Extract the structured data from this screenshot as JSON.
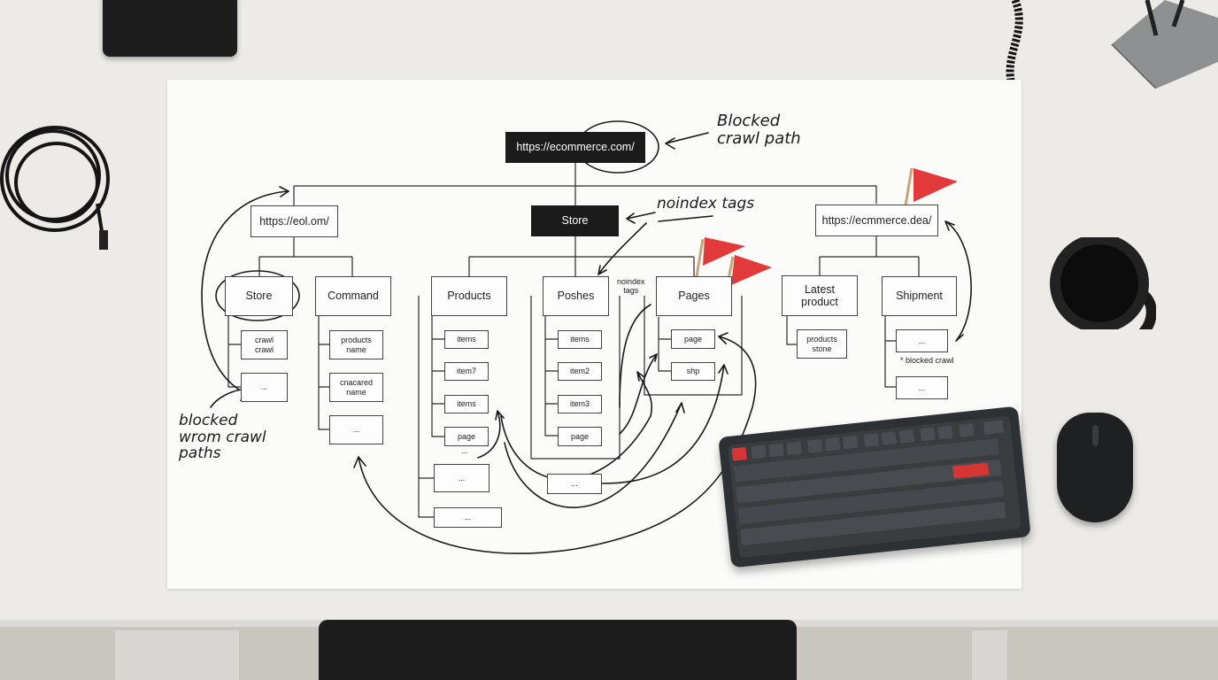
{
  "root": {
    "label": "https://ecommerce.com/"
  },
  "level1": [
    {
      "label": "https://eol.om/"
    },
    {
      "label": "Store"
    },
    {
      "label": "https://ecmmerce.dea/"
    }
  ],
  "level2": [
    {
      "label": "Store"
    },
    {
      "label": "Command"
    },
    {
      "label": "Products"
    },
    {
      "label": "Poshes"
    },
    {
      "label": "Pages"
    },
    {
      "label": "Latest\nproduct"
    },
    {
      "label": "Shipment"
    }
  ],
  "leaves": {
    "store": [
      "crawl\ncrawl",
      "..."
    ],
    "command": [
      "products\nname",
      "cnacared\nname",
      "..."
    ],
    "products": [
      "items",
      "item7",
      "items",
      "page",
      "...",
      "...",
      "..."
    ],
    "poshes": [
      "items",
      "item2",
      "item3",
      "page",
      "..."
    ],
    "pages": [
      "page",
      "shp"
    ],
    "latest": [
      "products\nstone"
    ],
    "shipment": [
      "...",
      "..."
    ]
  },
  "annotations": {
    "blocked_crawl_path": "Blocked\ncrawl path",
    "noindex_tags": "noindex tags",
    "noindex_small": "noindex\ntags",
    "blocked_from_crawl": "blocked\nwrom crawl\n    paths",
    "blocked_crawl_small": "* blocked crawl"
  },
  "colors": {
    "ink": "#1a1a1a",
    "node_dark": "#1b1b1b",
    "flag": "#e23a3a",
    "accent_key": "#d63535"
  }
}
